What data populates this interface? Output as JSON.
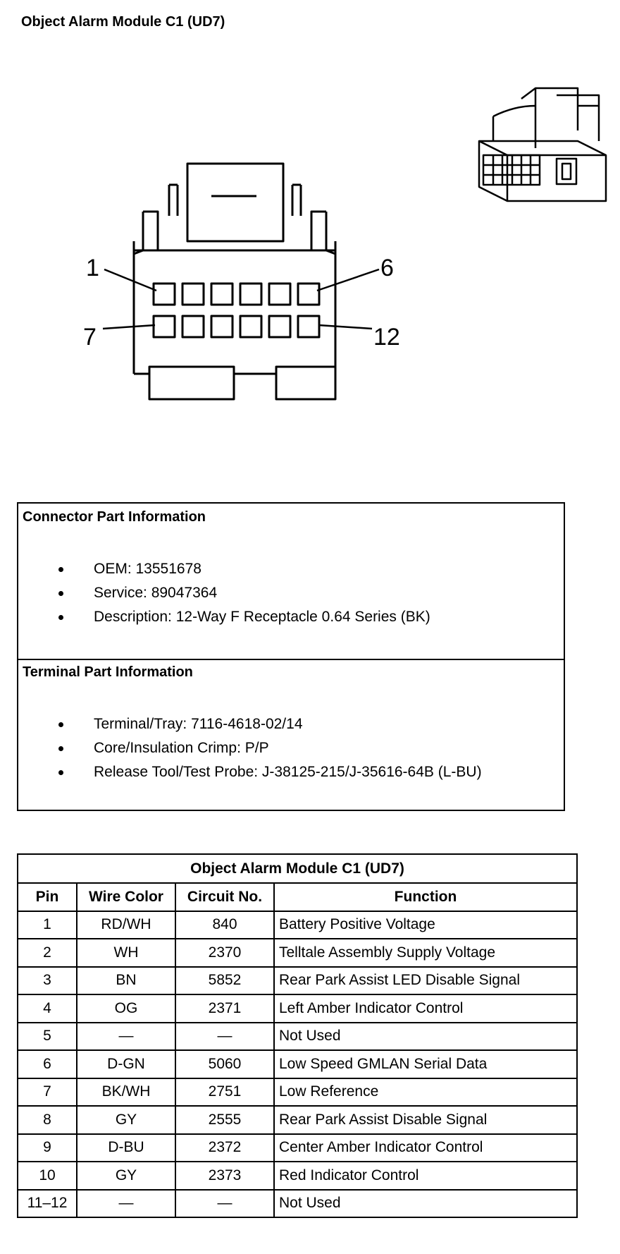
{
  "page_title": "Object Alarm Module C1 (UD7)",
  "connector_diagram": {
    "pin_labels": {
      "top_left": "1",
      "top_right": "6",
      "bottom_left": "7",
      "bottom_right": "12"
    }
  },
  "connector_part_info": {
    "heading": "Connector Part Information",
    "items": [
      "OEM: 13551678",
      "Service: 89047364",
      "Description: 12-Way F Receptacle 0.64 Series (BK)"
    ]
  },
  "terminal_part_info": {
    "heading": "Terminal Part Information",
    "items": [
      "Terminal/Tray: 7116-4618-02/14",
      "Core/Insulation Crimp: P/P",
      "Release Tool/Test Probe: J-38125-215/J-35616-64B (L-BU)"
    ]
  },
  "pin_table": {
    "title": "Object Alarm Module C1 (UD7)",
    "headers": [
      "Pin",
      "Wire Color",
      "Circuit No.",
      "Function"
    ],
    "rows": [
      [
        "1",
        "RD/WH",
        "840",
        "Battery Positive Voltage"
      ],
      [
        "2",
        "WH",
        "2370",
        "Telltale Assembly Supply Voltage"
      ],
      [
        "3",
        "BN",
        "5852",
        "Rear Park Assist LED Disable Signal"
      ],
      [
        "4",
        "OG",
        "2371",
        "Left Amber Indicator Control"
      ],
      [
        "5",
        "—",
        "—",
        "Not Used"
      ],
      [
        "6",
        "D-GN",
        "5060",
        "Low Speed GMLAN Serial Data"
      ],
      [
        "7",
        "BK/WH",
        "2751",
        "Low Reference"
      ],
      [
        "8",
        "GY",
        "2555",
        "Rear Park Assist Disable Signal"
      ],
      [
        "9",
        "D-BU",
        "2372",
        "Center Amber Indicator Control"
      ],
      [
        "10",
        "GY",
        "2373",
        "Red Indicator Control"
      ],
      [
        "11–12",
        "—",
        "—",
        "Not Used"
      ]
    ]
  }
}
